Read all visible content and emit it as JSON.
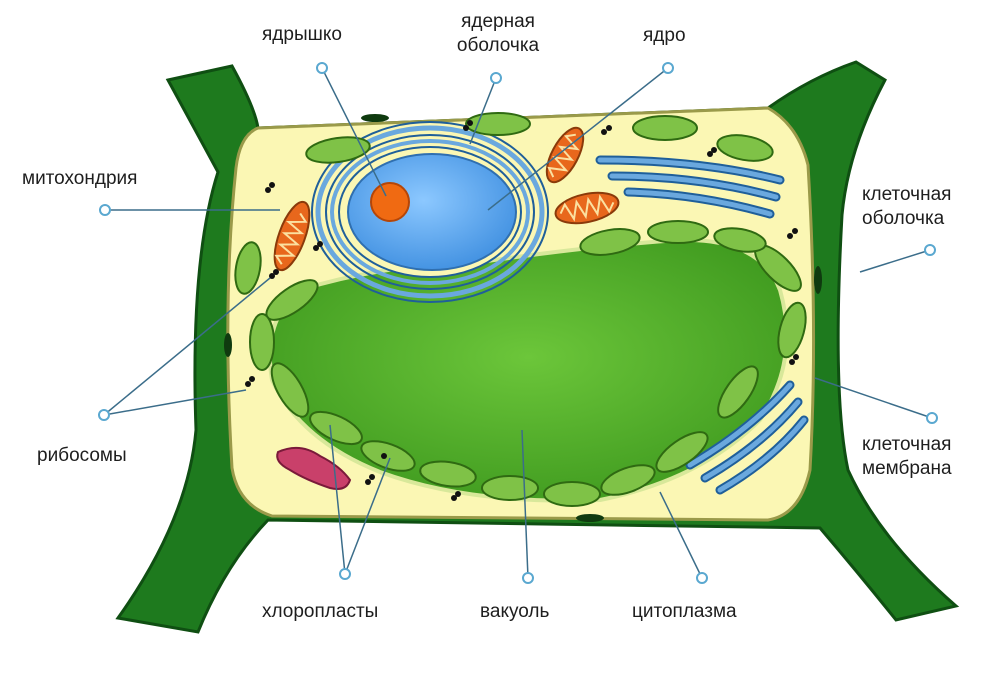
{
  "labels": {
    "nucleolus": "ядрышко",
    "nuclear_envelope_line1": "ядерная",
    "nuclear_envelope_line2": "оболочка",
    "nucleus": "ядро",
    "mitochondria": "митохондрия",
    "cell_wall_line1": "клеточная",
    "cell_wall_line2": "оболочка",
    "ribosomes": "рибосомы",
    "cell_membrane_line1": "клеточная",
    "cell_membrane_line2": "мембрана",
    "chloroplasts": "хлоропласты",
    "vacuole": "вакуоль",
    "cytoplasm": "цитоплазма"
  },
  "colors": {
    "cell_wall": "#1e7a1e",
    "cell_wall_edge": "#0f4f12",
    "cytoplasm": "#fbf7b4",
    "vacuole": "#5cb82e",
    "nucleus": "#5aa9ee",
    "nucleolus": "#f06a12",
    "chloroplast": "#7fc247",
    "mitochondria": "#e8671c",
    "er": "#6aa8de",
    "golgi": "#c9406a",
    "pointer": "#5aa8d0",
    "text": "#1e1e1e"
  }
}
